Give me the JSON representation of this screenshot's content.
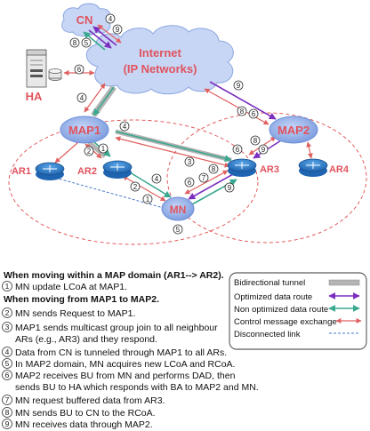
{
  "nodes": {
    "cn": "CN",
    "internet_line1": "Internet",
    "internet_line2": "(IP Networks)",
    "ha": "HA",
    "map1": "MAP1",
    "map2": "MAP2",
    "ar1": "AR1",
    "ar2": "AR2",
    "ar3": "AR3",
    "ar4": "AR4",
    "mn": "MN"
  },
  "labels": {
    "cn_4": "4",
    "cn_9": "9",
    "cn_8": "8",
    "cn_5": "5",
    "ha_6": "6",
    "inet_map1_4": "4",
    "inet_map2_9": "9",
    "inet_map2_8": "8",
    "inet_map2_6": "6",
    "map1_ar_1": "1",
    "map1_ar_2": "2",
    "map1_ar3_4": "4",
    "map1_ar3_3": "3",
    "map2_ar3_6": "6",
    "map2_ar3_8": "8",
    "map2_ar3_9": "9",
    "ar2_mn_2": "2",
    "ar2_mn_1": "1",
    "ar2_mn_4": "4",
    "ar3_mn_6": "6",
    "ar3_mn_7": "7",
    "ar3_mn_8": "8",
    "ar3_mn_9": "9",
    "mn_5": "5"
  },
  "steps": {
    "heading1": "When moving within a MAP domain (AR1--> AR2).",
    "s1": "MN update LCoA at MAP1.",
    "heading2": "When moving from MAP1 to MAP2.",
    "s2": "MN sends Request to MAP1.",
    "s3_line1": "MAP1 sends multicast group join to all neighbour",
    "s3_line2": "ARs (e.g., AR3) and they respond.",
    "s4": "Data from CN is tunneled through MAP1 to all ARs.",
    "s5": "In MAP2 domain, MN acquires new LCoA and RCoA.",
    "s6_line1": "MAP2 receives BU from MN and performs DAD, then",
    "s6_line2": "sends BU to HA which responds with BA to MAP2 and MN.",
    "s7": "MN request buffered data from AR3.",
    "s8": "MN sends BU to CN to the RCoA.",
    "s9": "MN receives data through MAP2.",
    "n1": "1",
    "n2": "2",
    "n3": "3",
    "n4": "4",
    "n5": "5",
    "n6": "6",
    "n7": "7",
    "n8": "8",
    "n9": "9"
  },
  "legend": {
    "bidirectional": "Bidirectional tunnel",
    "optimized": "Optimized data route",
    "non_optimized": "Non optimized data route",
    "control": "Control message exchange",
    "disconnected": "Disconnected link"
  },
  "colors": {
    "node_label": "#e0535e",
    "optimized": "#7b2fbf",
    "non_optimized": "#3aa88f",
    "control": "#e06060",
    "disconnected": "#4a78c8",
    "tunnel": "#b4b4b4",
    "cloud": "#c8d6f5",
    "map_fill": "#9db6ec",
    "router_fill": "#2f7fcf",
    "domain_circle": "#e04b4b"
  }
}
